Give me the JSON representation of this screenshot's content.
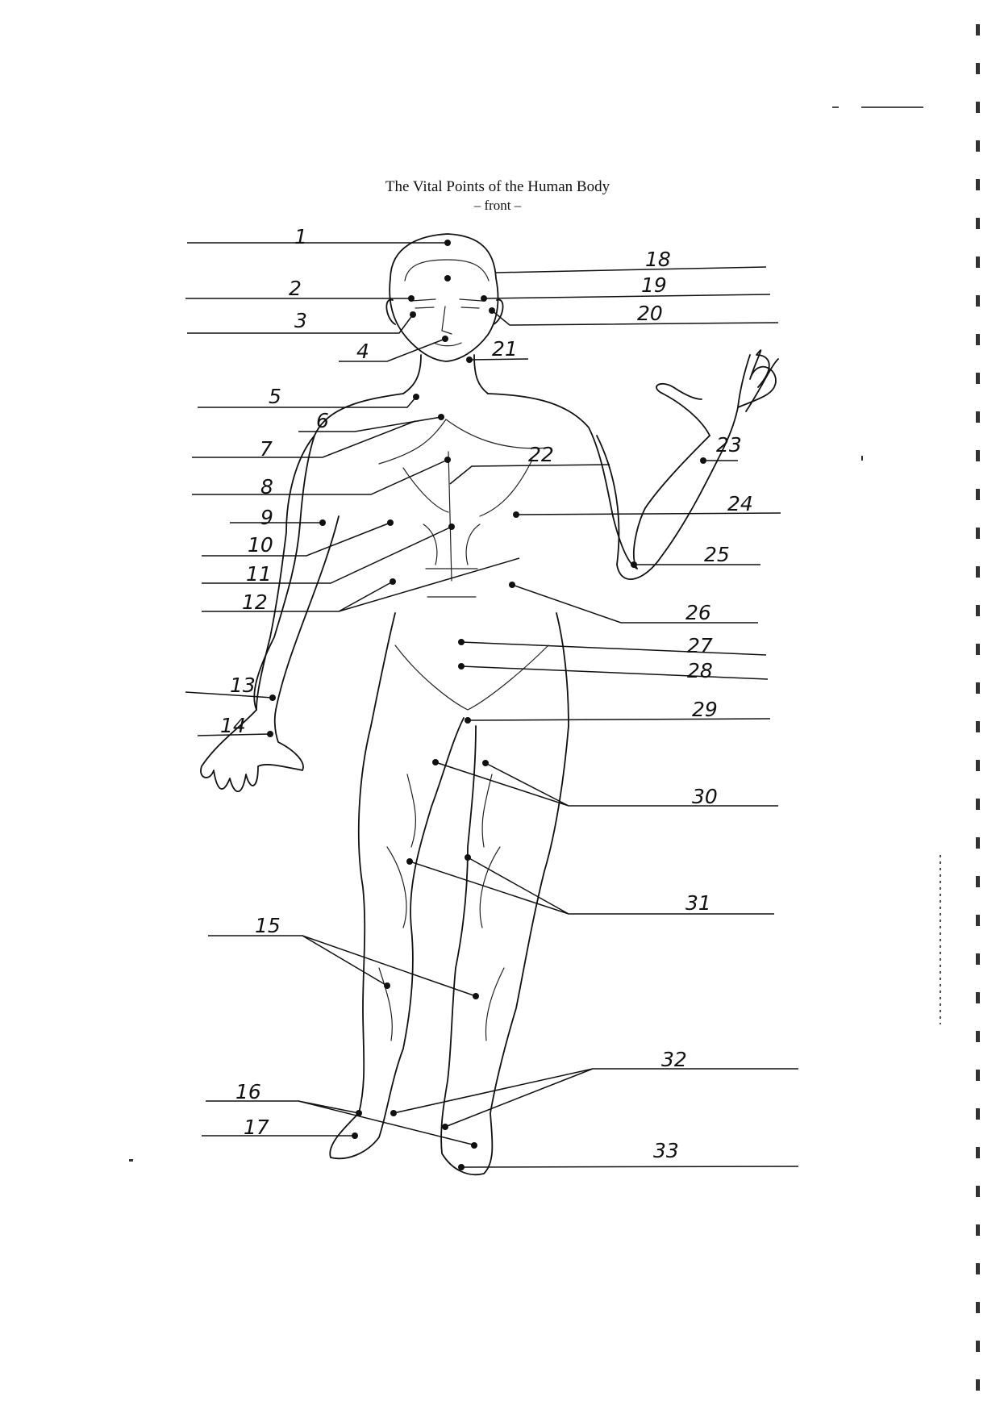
{
  "title": "The Vital Points of the Human Body",
  "subtitle": "– front –",
  "points": [
    {
      "num": "1"
    },
    {
      "num": "2"
    },
    {
      "num": "3"
    },
    {
      "num": "4"
    },
    {
      "num": "5"
    },
    {
      "num": "6"
    },
    {
      "num": "7"
    },
    {
      "num": "8"
    },
    {
      "num": "9"
    },
    {
      "num": "10"
    },
    {
      "num": "11"
    },
    {
      "num": "12"
    },
    {
      "num": "13"
    },
    {
      "num": "14"
    },
    {
      "num": "15"
    },
    {
      "num": "16"
    },
    {
      "num": "17"
    },
    {
      "num": "18"
    },
    {
      "num": "19"
    },
    {
      "num": "20"
    },
    {
      "num": "21"
    },
    {
      "num": "22"
    },
    {
      "num": "23"
    },
    {
      "num": "24"
    },
    {
      "num": "25"
    },
    {
      "num": "26"
    },
    {
      "num": "27"
    },
    {
      "num": "28"
    },
    {
      "num": "29"
    },
    {
      "num": "30"
    },
    {
      "num": "31"
    },
    {
      "num": "32"
    },
    {
      "num": "33"
    }
  ]
}
